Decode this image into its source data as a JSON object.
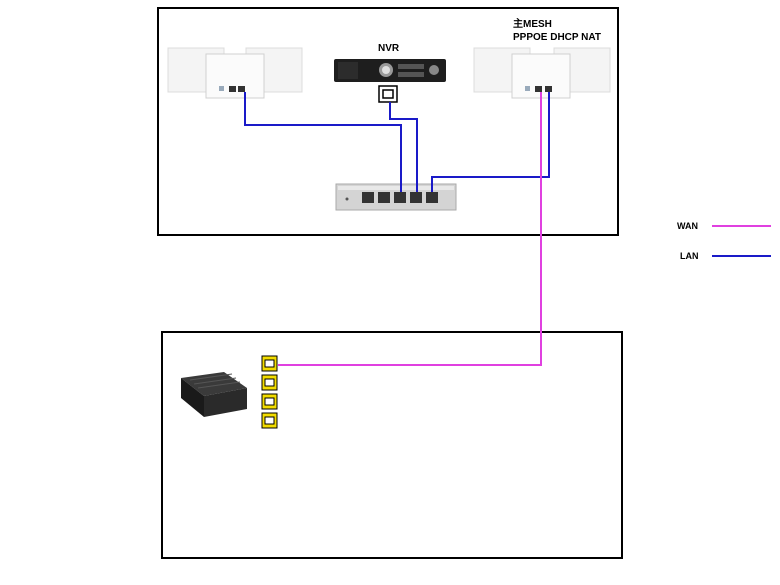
{
  "labels": {
    "nvr": "NVR",
    "main_mesh_line1": "主MESH",
    "main_mesh_line2": "PPPOE  DHCP NAT"
  },
  "legend": {
    "wan": {
      "label": "WAN",
      "color": "#e040e0"
    },
    "lan": {
      "label": "LAN",
      "color": "#1a1ac8"
    }
  },
  "colors": {
    "wan": "#e040e0",
    "lan": "#1a1ac8",
    "frame": "#000000",
    "port_badge": "#f2dc00"
  },
  "devices": [
    {
      "name": "secondary-mesh-router-set",
      "icon": "mesh-router-icon"
    },
    {
      "name": "nvr-recorder",
      "icon": "nvr-icon"
    },
    {
      "name": "primary-mesh-router-set",
      "icon": "mesh-router-icon"
    },
    {
      "name": "network-switch",
      "icon": "switch-icon"
    },
    {
      "name": "fiber-modem",
      "icon": "modem-icon"
    }
  ]
}
